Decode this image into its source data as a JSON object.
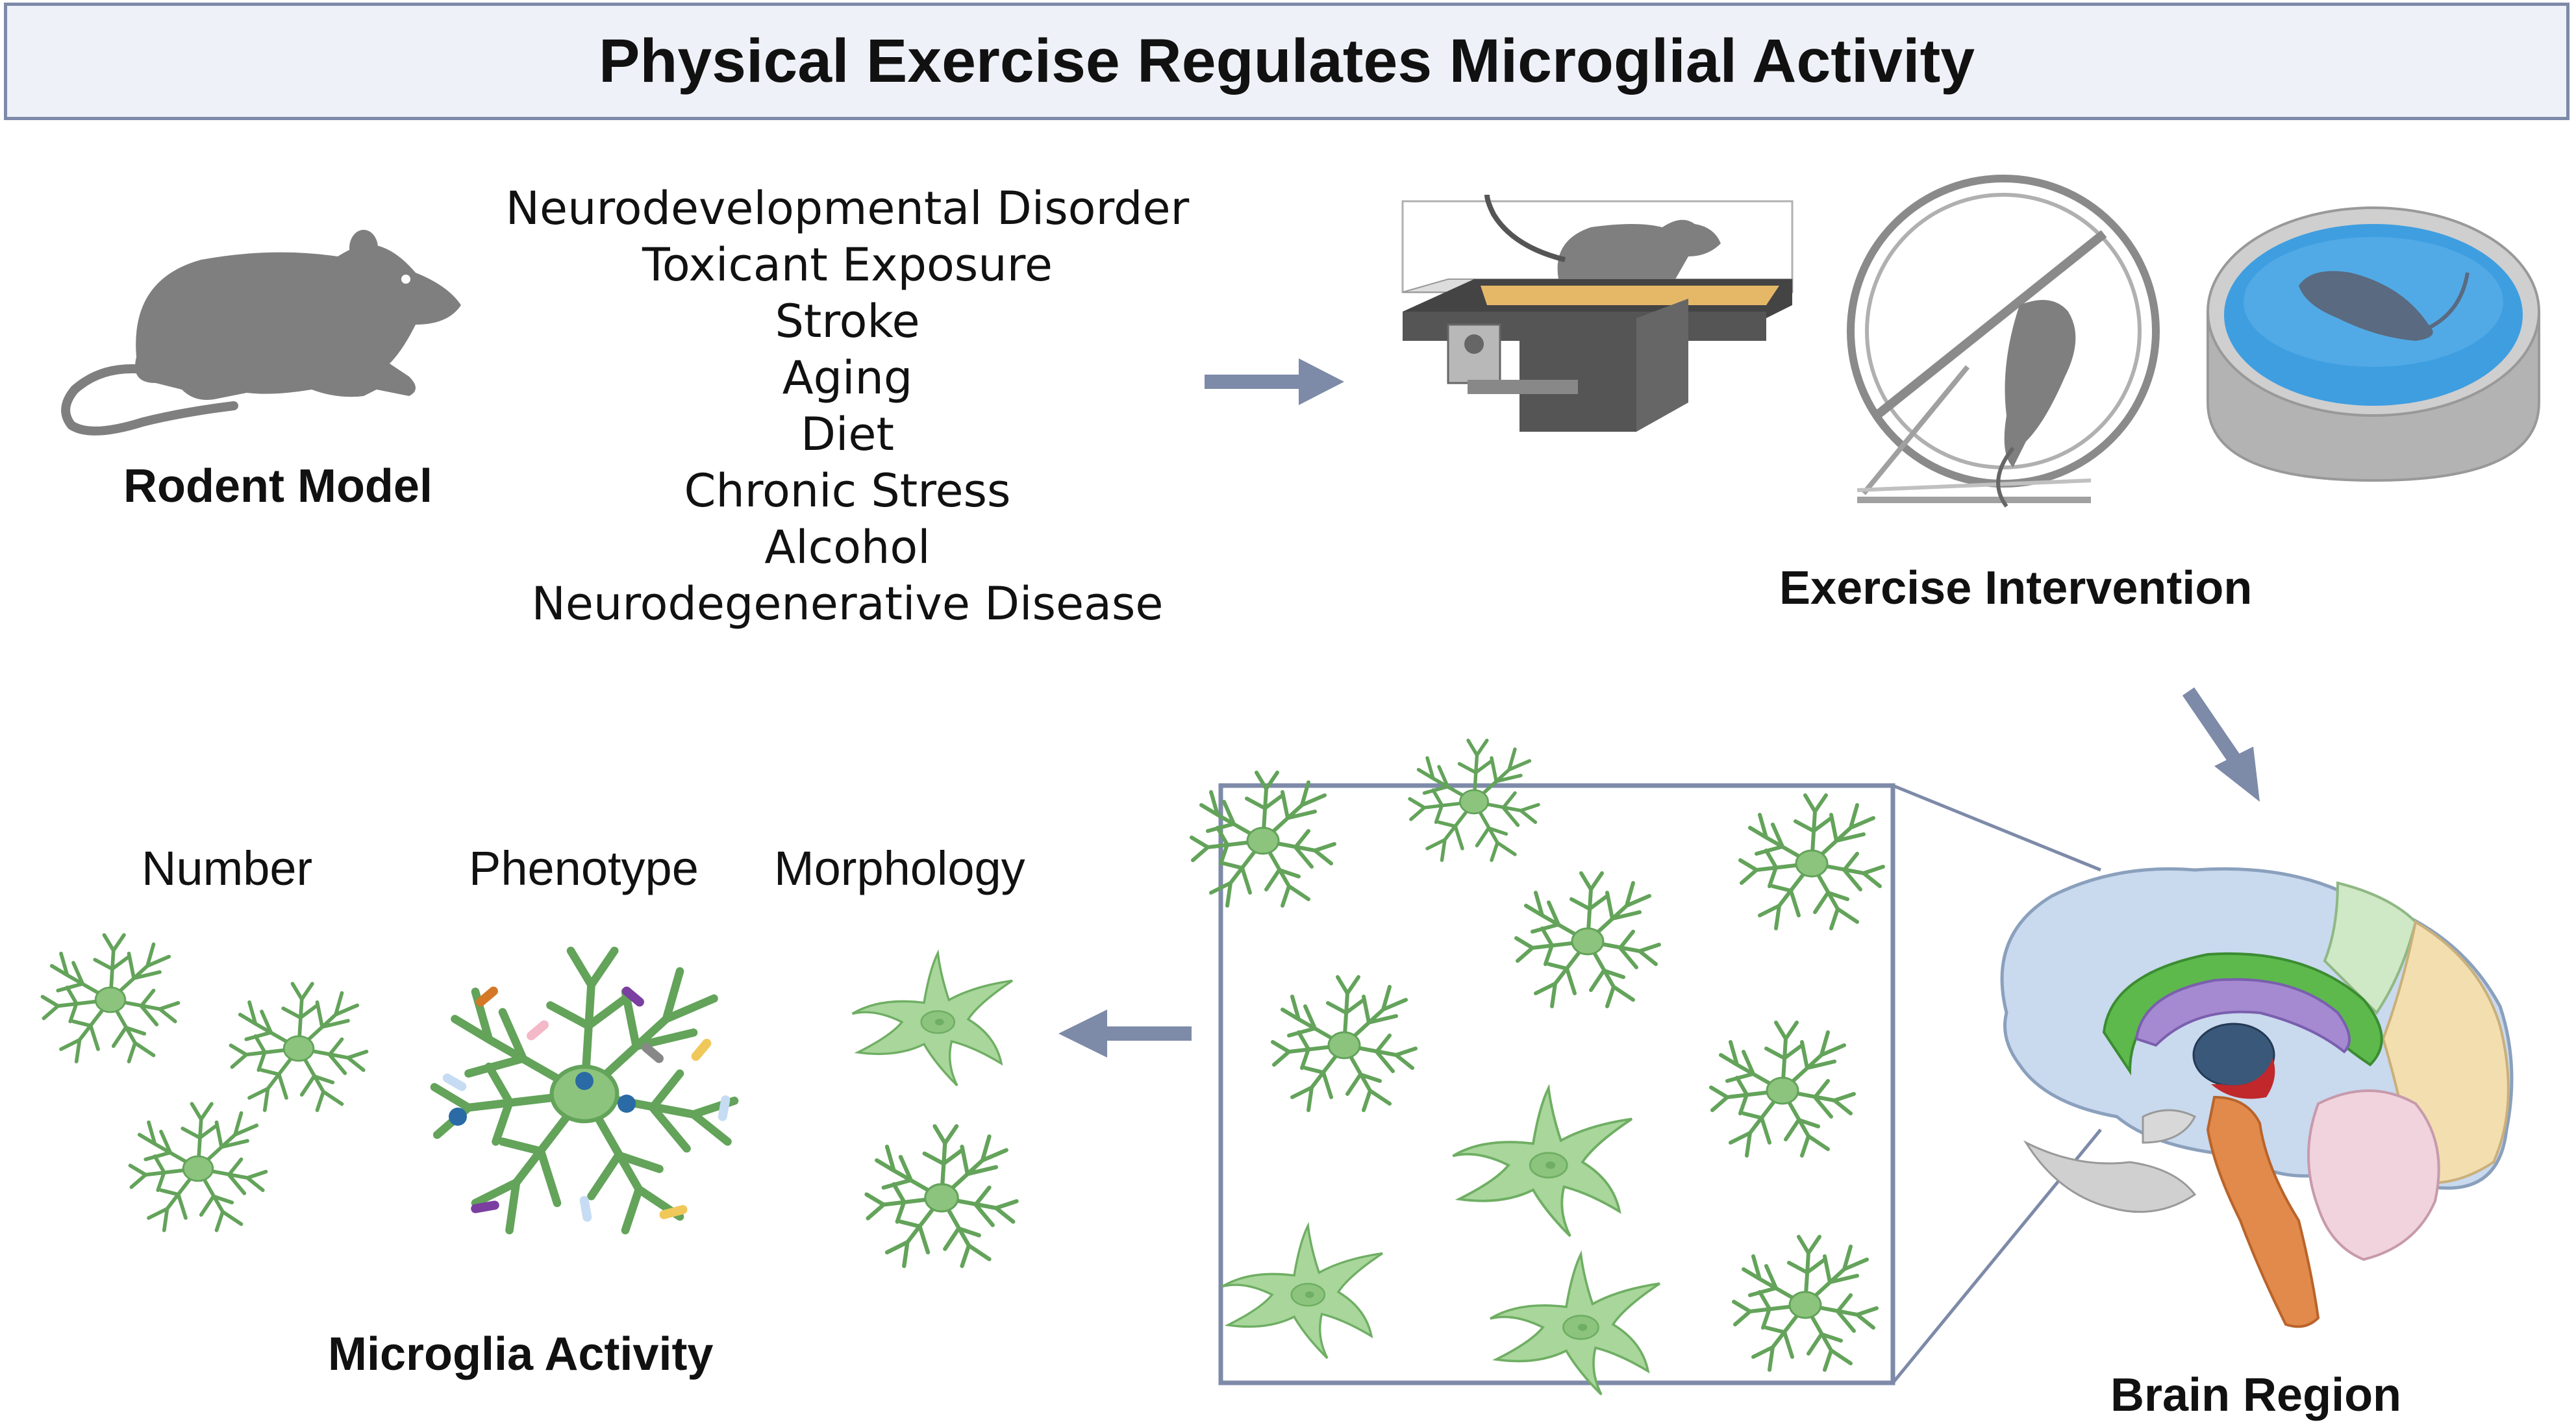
{
  "title": "Physical Exercise Regulates Microglial Activity",
  "rodent_model": {
    "label": "Rodent Model",
    "icon": "mouse-silhouette-icon"
  },
  "conditions": [
    "Neurodevelopmental Disorder",
    "Toxicant Exposure",
    "Stroke",
    "Aging",
    "Diet",
    "Chronic Stress",
    "Alcohol",
    "Neurodegenerative Disease"
  ],
  "exercise_intervention": {
    "label": "Exercise Intervention",
    "items": [
      "treadmill-icon",
      "running-wheel-icon",
      "swim-pool-icon"
    ]
  },
  "brain_region": {
    "label": "Brain Region",
    "icon": "brain-sagittal-icon"
  },
  "microglia_activity": {
    "label": "Microglia Activity",
    "categories": [
      "Number",
      "Phenotype",
      "Morphology"
    ]
  },
  "colors": {
    "arrow": "#7d8aa8",
    "microglia_fill": "#9ccf8e",
    "microglia_stroke": "#5d9c55",
    "mouse": "#7f7f7f",
    "panel_border": "#7d8aa8",
    "water": "#3f9ee0"
  }
}
